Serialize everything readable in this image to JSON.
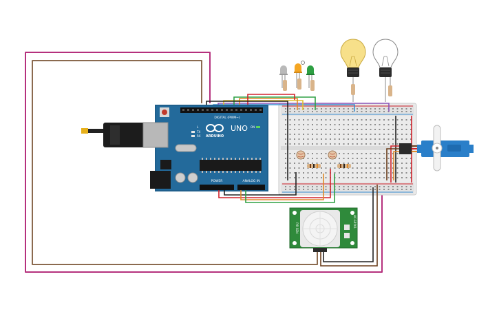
{
  "arduino": {
    "brand": "ARDUINO",
    "model": "UNO",
    "header_digital": "DIGITAL (PWM~)",
    "header_power": "POWER",
    "header_analog": "ANALOG IN",
    "label_tx": "TX",
    "label_rx": "RX",
    "label_l": "L",
    "label_on": "ON"
  },
  "pir_sensor": {
    "left_label": "PIR SEN",
    "right_label": "HC-SR501"
  },
  "components": {
    "leds": [
      "#b9b9b9",
      "#f5a623",
      "#2ea043"
    ],
    "bulbs": [
      "on",
      "off"
    ],
    "photoresistors": 2,
    "servo": "micro servo"
  },
  "wire_colors": {
    "brown": "#8b6a4f",
    "magenta": "#b5307d",
    "red": "#d0222b",
    "black": "#222222",
    "green": "#2ea043",
    "yellow": "#e2c230",
    "orange": "#e08a2a",
    "purple": "#8a55b8",
    "blue": "#3a8fd1"
  }
}
